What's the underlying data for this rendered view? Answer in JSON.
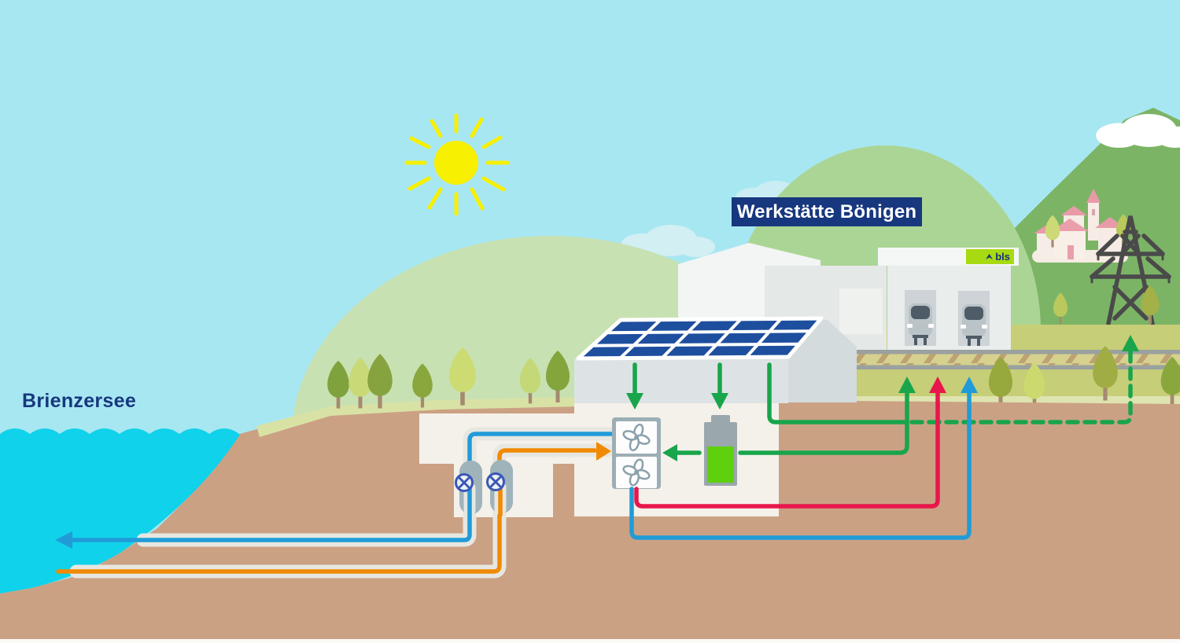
{
  "labels": {
    "lake": "Brienzersee",
    "workshop_sign": "Werkstätte Bönigen",
    "logo": "bls"
  },
  "palette": {
    "sky": "#a7e7f2",
    "water": "#10d2ea",
    "ground_brown": "#cba184",
    "grass_strip": "#d9e2a5",
    "field_green": "#7cb465",
    "hill_light": "#abd595",
    "hill_pale": "#c8e1b2",
    "khaki_ground": "#c6ce77",
    "sun_yellow": "#f7f000",
    "solar_panel_blue": "#1e4e9e",
    "building_cream": "#f4f1ea",
    "wall_gray": "#dde3e4",
    "sign_navy": "#17377e",
    "bls_green": "#a8da12",
    "flow_green": "#18a54b",
    "flow_red": "#e8174b",
    "flow_blue": "#209bd8",
    "flow_orange": "#f18a00",
    "battery_green": "#5ed00d",
    "pipe_casing": "#e7e7e1",
    "pylon_gray": "#4a4a4a"
  },
  "flows": [
    {
      "name": "solar-to-building-arrows",
      "color": "#18a54b",
      "style": "solid",
      "direction": "down"
    },
    {
      "name": "battery-to-heat-pump-arrow",
      "color": "#18a54b",
      "style": "solid",
      "direction": "left"
    },
    {
      "name": "green-up-arrow",
      "color": "#18a54b",
      "style": "solid",
      "direction": "up"
    },
    {
      "name": "red-up-arrow",
      "color": "#e8174b",
      "style": "solid",
      "direction": "up"
    },
    {
      "name": "blue-up-arrow",
      "color": "#209bd8",
      "style": "solid",
      "direction": "up"
    },
    {
      "name": "grid-connection-to-pylon",
      "color": "#18a54b",
      "style": "dashed",
      "direction": "up"
    },
    {
      "name": "lake-water-intake",
      "color": "#f18a00",
      "style": "solid",
      "direction": "right"
    },
    {
      "name": "lake-water-return",
      "color": "#209bd8",
      "style": "solid",
      "direction": "left-into-lake"
    }
  ],
  "components": [
    "sun",
    "lake",
    "shore-trees",
    "solar-roof-building",
    "heat-pump-fans",
    "battery",
    "water-pumps-with-valves",
    "workshop-halls",
    "bls-depot",
    "trains",
    "railway",
    "village",
    "power-pylon",
    "mountains"
  ]
}
